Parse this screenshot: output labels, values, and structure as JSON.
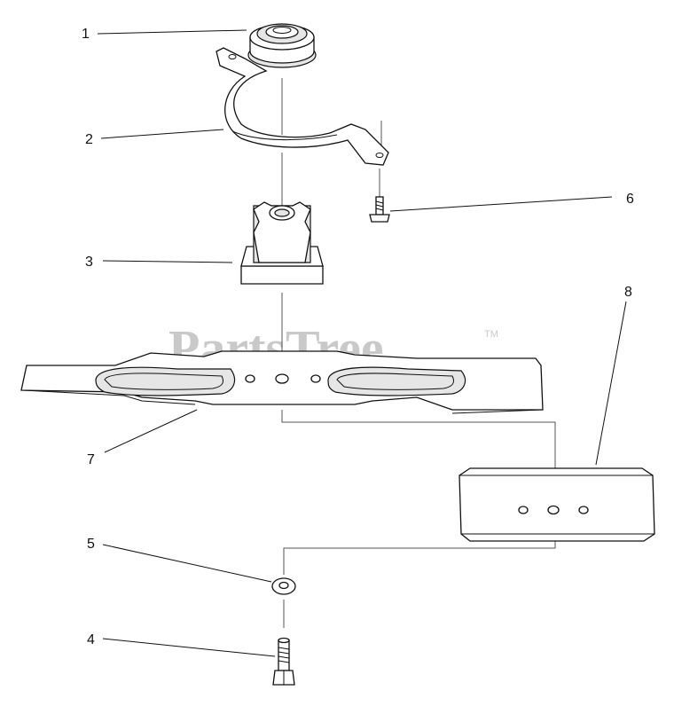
{
  "watermark": {
    "text": "PartsTree",
    "tm": "TM"
  },
  "callouts": [
    {
      "id": "callout-1",
      "label": "1",
      "part": "pulley"
    },
    {
      "id": "callout-2",
      "label": "2",
      "part": "belt-guide-bracket"
    },
    {
      "id": "callout-3",
      "label": "3",
      "part": "blade-adapter"
    },
    {
      "id": "callout-4",
      "label": "4",
      "part": "bolt"
    },
    {
      "id": "callout-5",
      "label": "5",
      "part": "washer"
    },
    {
      "id": "callout-6",
      "label": "6",
      "part": "screw"
    },
    {
      "id": "callout-7",
      "label": "7",
      "part": "blade"
    },
    {
      "id": "callout-8",
      "label": "8",
      "part": "sail-plate"
    }
  ],
  "colors": {
    "ink": "#111111",
    "watermark": "#c9c9c9",
    "background": "#ffffff"
  }
}
